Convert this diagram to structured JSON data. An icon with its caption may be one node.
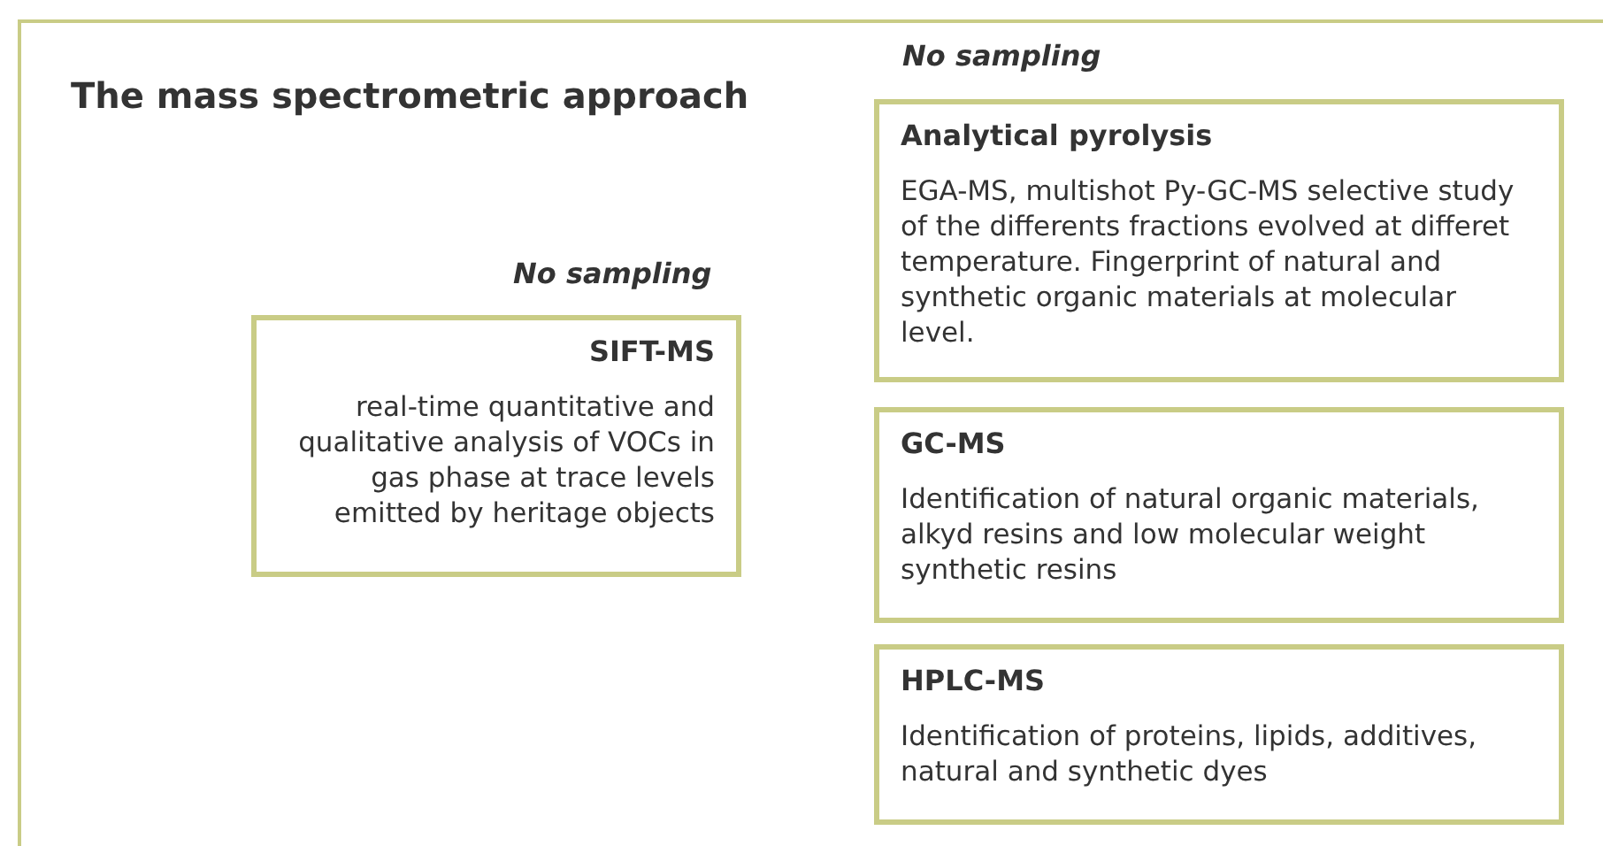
{
  "diagram": {
    "title": "The mass spectrometric approach",
    "nodes": [
      {
        "text": [
          "Analytical pyrolysis",
          "EGA-MS, multishot Py-GC-MS selective study of the differents fractions evolved at differet temperature. Fingerprint of natural and synthetic organic materials at molecular level."
        ],
        "beside": [
          "No sampling"
        ]
      },
      {
        "text": [
          "SIFT-MS",
          "real-time quantitative and qualitative analysis of VOCs in gas phase at trace levels emitted by heritage objects"
        ],
        "beside": [
          "No sampling"
        ]
      },
      {
        "text": [
          "GC-MS",
          "Identification of natural organic materials, alkyd resins and low molecular weight synthetic resins"
        ]
      },
      {
        "text": [
          "HPLC-MS",
          "Identification of proteins, lipids, additives, natural and synthetic dyes"
        ]
      }
    ],
    "edges": []
  }
}
